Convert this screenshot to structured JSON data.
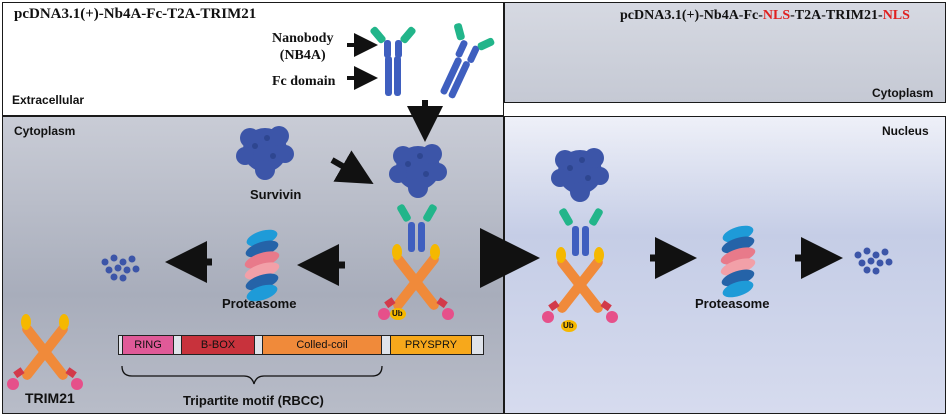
{
  "left_header": {
    "construct_label": "pcDNA3.1(+)-Nb4A-Fc-T2A-TRIM21",
    "nanobody_label_line1": "Nanobody",
    "nanobody_label_line2": "(NB4A)",
    "fc_domain_label": "Fc domain",
    "extracellular_label": "Extracellular"
  },
  "right_header": {
    "construct_parts": [
      {
        "text": "pcDNA3.1(+)-Nb4A-Fc-",
        "color": "#111111"
      },
      {
        "text": "NLS",
        "color": "#e02020"
      },
      {
        "text": "-T2A-TRIM21-",
        "color": "#111111"
      },
      {
        "text": "NLS",
        "color": "#e02020"
      }
    ],
    "cytoplasm_label": "Cytoplasm"
  },
  "left_main": {
    "cytoplasm_label": "Cytoplasm",
    "survivin_label": "Survivin",
    "proteasome_label": "Proteasome",
    "ub_label": "Ub",
    "trim21_label": "TRIM21",
    "domains": [
      "RING",
      "B-BOX",
      "Colled-coil",
      "PRYSPRY"
    ],
    "tripartite_label": "Tripartite motif (RBCC)"
  },
  "right_main": {
    "nucleus_label": "Nucleus",
    "proteasome_label": "Proteasome",
    "ub_label": "Ub"
  },
  "colors": {
    "antibody_blue": "#3f5fbf",
    "nanobody_teal": "#22b58a",
    "trim_orange": "#f08a3a",
    "trim_yellow": "#f5b800",
    "trim_red": "#d23a4a",
    "trim_pink": "#e6508a",
    "survivin_blue": "#3c55a8",
    "ring_pink": "#e05a98",
    "bbox_red": "#c8323c",
    "coil_orange": "#f08a3a",
    "pryspry_yellow": "#f7a81b",
    "nls_red": "#e02020"
  }
}
